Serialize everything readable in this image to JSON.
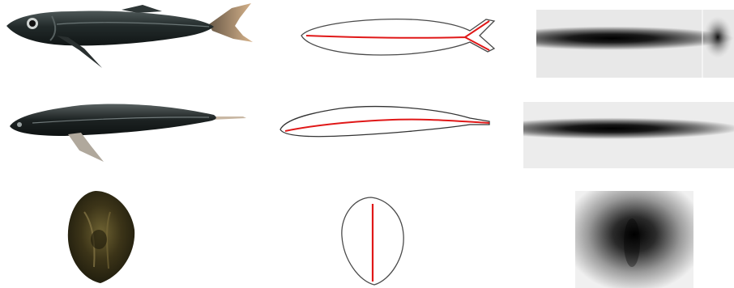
{
  "figure": {
    "rows": [
      {
        "subject": "fish",
        "columns": [
          "photo",
          "contour-with-skeleton",
          "distance-transform"
        ]
      },
      {
        "subject": "elongated-fish",
        "columns": [
          "photo",
          "contour-with-skeleton",
          "distance-transform"
        ]
      },
      {
        "subject": "shell",
        "columns": [
          "photo",
          "contour-with-skeleton",
          "distance-transform"
        ]
      }
    ],
    "colors": {
      "background": "#ffffff",
      "contour": "#4a4a4a",
      "skeleton": "#e01818",
      "fish_dark": "#1e2424",
      "fish_mid": "#3a4444",
      "fin": "#c9a27e",
      "shell_dark": "#2a2a14",
      "shell_mid": "#6b5a2a"
    },
    "icons": [
      "fish-photo",
      "shell-photo",
      "contour-outline",
      "skeleton-line",
      "distance-map"
    ]
  }
}
